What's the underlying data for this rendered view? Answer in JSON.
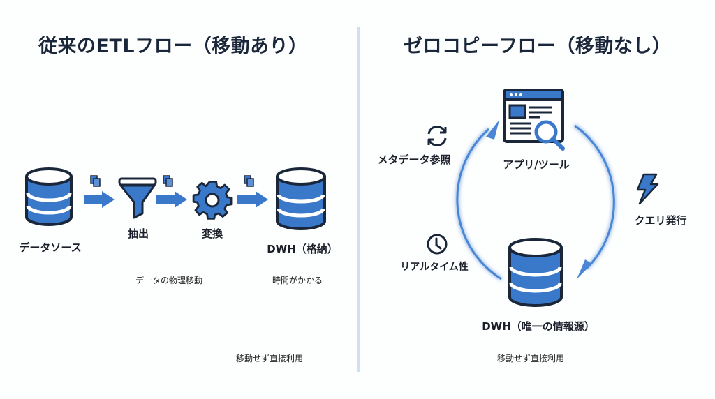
{
  "left_panel": {
    "title": "従来のETLフロー（移動あり）",
    "nodes": [
      {
        "id": "source",
        "label": "データソース",
        "icon": "database-icon"
      },
      {
        "id": "extract",
        "label": "抽出",
        "icon": "funnel-icon"
      },
      {
        "id": "transform",
        "label": "変換",
        "icon": "gear-icon"
      },
      {
        "id": "dwh",
        "label": "DWH（格納）",
        "icon": "database-icon"
      }
    ],
    "notes": {
      "physical_move": "データの物理移動",
      "time_cost": "時間がかかる",
      "direct_use": "移動せず直接利用"
    }
  },
  "right_panel": {
    "title": "ゼロコピーフロー（移動なし）",
    "app_label": "アプリ/ツール",
    "dwh_label": "DWH（唯一の情報源）",
    "query_label": "クエリ発行",
    "metadata_label": "メタデータ参照",
    "realtime_label": "リアルタイム性",
    "direct_use": "移動せず直接利用"
  },
  "colors": {
    "accent": "#3a78c9",
    "dark": "#1a2639",
    "divider": "#cfe0f3"
  }
}
